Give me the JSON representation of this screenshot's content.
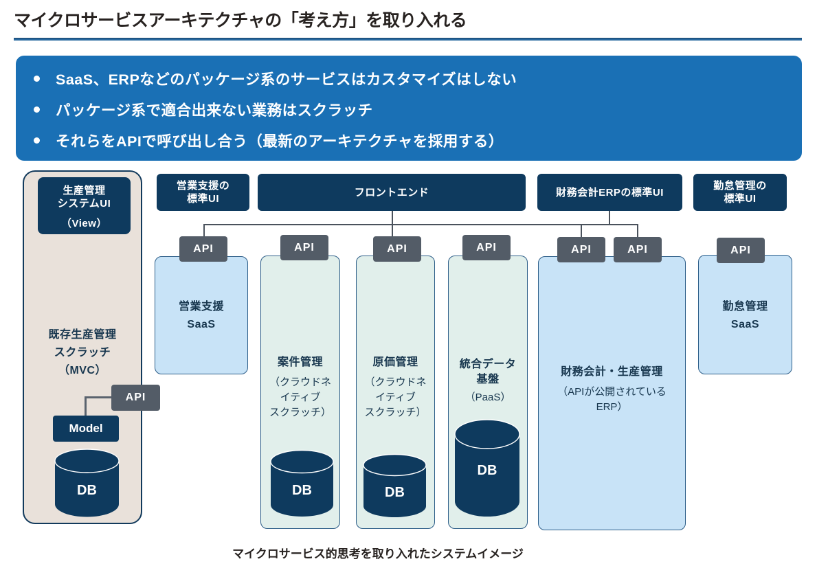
{
  "title": "マイクロサービスアーキテクチャの「考え方」を取り入れる",
  "callout": {
    "bullet_glyph": "",
    "bullets": [
      "SaaS、ERPなどのパッケージ系のサービスはカスタマイズはしない",
      "パッケージ系で適合出来ない業務はスクラッチ",
      "それらをAPIで呼び出し合う（最新のアーキテクチャを採用する）"
    ]
  },
  "diagram": {
    "api_label": "API",
    "db_label": "DB",
    "model_label": "Model",
    "legacy": {
      "header_line1": "生産管理",
      "header_line2": "システムUI",
      "header_line3": "（View）",
      "body_line1": "既存生産管理",
      "body_line2": "スクラッチ",
      "body_line3": "（MVC）"
    },
    "headers": {
      "sales_line1": "営業支援の",
      "sales_line2": "標準UI",
      "frontend": "フロントエンド",
      "erp": "財務会計ERPの標準UI",
      "attendance_line1": "勤怠管理の",
      "attendance_line2": "標準UI"
    },
    "sales_saas": {
      "line1": "営業支援",
      "line2": "SaaS"
    },
    "matter": {
      "title": "案件管理",
      "sub_line1": "（クラウドネ",
      "sub_line2": "イティブ",
      "sub_line3": "スクラッチ）"
    },
    "cost": {
      "title": "原価管理",
      "sub_line1": "（クラウドネ",
      "sub_line2": "イティブ",
      "sub_line3": "スクラッチ）"
    },
    "data_platform": {
      "title_line1": "統合データ",
      "title_line2": "基盤",
      "sub": "（PaaS）"
    },
    "erp_system": {
      "title": "財務会計・生産管理",
      "sub_line1": "（APIが公開されている",
      "sub_line2": "ERP）"
    },
    "attendance_saas": {
      "line1": "勤怠管理",
      "line2": "SaaS"
    }
  },
  "caption": "マイクロサービス的思考を取り入れたシステムイメージ",
  "colors": {
    "navy": "#0e3a5e",
    "callout-blue": "#1a70b5",
    "api-gray": "#535c67",
    "light-blue": "#c8e3f7",
    "mint": "#e1efeb",
    "beige": "#e9e1da",
    "line": "#4a525c",
    "underline": "#27689f",
    "panel-border": "#2c5d88",
    "text-dark": "#272220",
    "text-navy": "#17364e"
  }
}
